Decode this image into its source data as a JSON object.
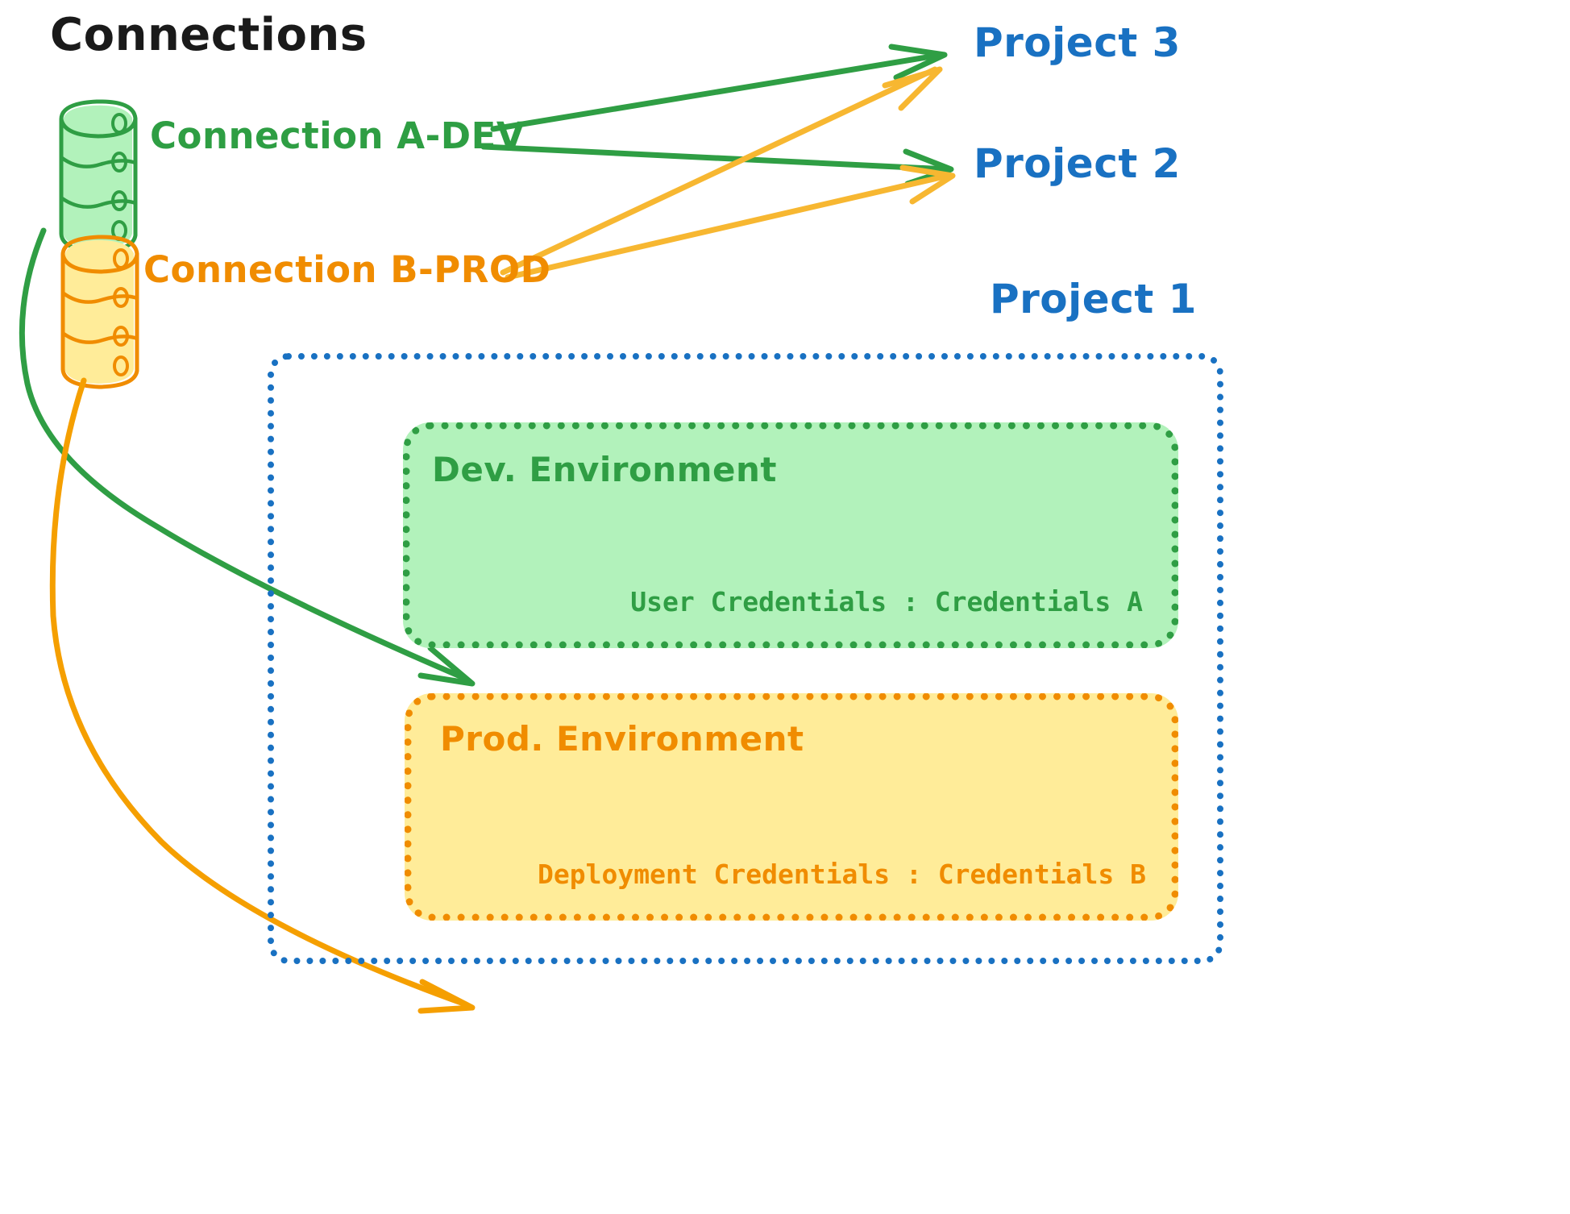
{
  "diagram": {
    "title": "Connections",
    "colors": {
      "green_stroke": "#2f9e44",
      "green_fill": "#b2f2bb",
      "orange_stroke": "#f08c00",
      "orange_fill": "#ffec99",
      "blue_stroke": "#1971c2",
      "text_dark": "#1a1a1a",
      "background": "#ffffff"
    }
  },
  "connections": [
    {
      "id": "connection-a-dev",
      "label": "Connection A-DEV",
      "icon": "database-icon",
      "color": "#2e9e43",
      "targets": [
        "Project 3",
        "Project 2",
        "Dev. Environment"
      ]
    },
    {
      "id": "connection-b-prod",
      "label": "Connection B-PROD",
      "icon": "database-icon",
      "color": "#f08c00",
      "targets": [
        "Project 3",
        "Project 2",
        "Prod. Environment"
      ]
    }
  ],
  "projects": [
    {
      "id": "project-3",
      "label": "Project 3"
    },
    {
      "id": "project-2",
      "label": "Project 2"
    },
    {
      "id": "project-1",
      "label": "Project 1"
    }
  ],
  "project1": {
    "label": "Project 1",
    "environments": [
      {
        "id": "dev-environment",
        "title": "Dev. Environment",
        "credentials_label": "User Credentials",
        "credentials_value": "Credentials A",
        "credentials_line": "User Credentials : Credentials A",
        "color": "#2f9e44",
        "fill": "#b2f2bb"
      },
      {
        "id": "prod-environment",
        "title": "Prod. Environment",
        "credentials_label": "Deployment Credentials",
        "credentials_value": "Credentials B",
        "credentials_line": "Deployment Credentials : Credentials B",
        "color": "#f08c00",
        "fill": "#ffec99"
      }
    ]
  },
  "arrows": [
    {
      "id": "a-dev-to-project-3",
      "color": "#2f9e44",
      "from": "Connection A-DEV",
      "to": "Project 3"
    },
    {
      "id": "a-dev-to-project-2",
      "color": "#2f9e44",
      "from": "Connection A-DEV",
      "to": "Project 2"
    },
    {
      "id": "a-dev-to-dev-env",
      "color": "#2f9e44",
      "from": "Connection A-DEV",
      "to": "Dev. Environment"
    },
    {
      "id": "b-prod-to-project-3",
      "color": "#f7b731",
      "from": "Connection B-PROD",
      "to": "Project 3"
    },
    {
      "id": "b-prod-to-project-2",
      "color": "#f7b731",
      "from": "Connection B-PROD",
      "to": "Project 2"
    },
    {
      "id": "b-prod-to-prod-env",
      "color": "#f59f00",
      "from": "Connection B-PROD",
      "to": "Prod. Environment"
    }
  ]
}
